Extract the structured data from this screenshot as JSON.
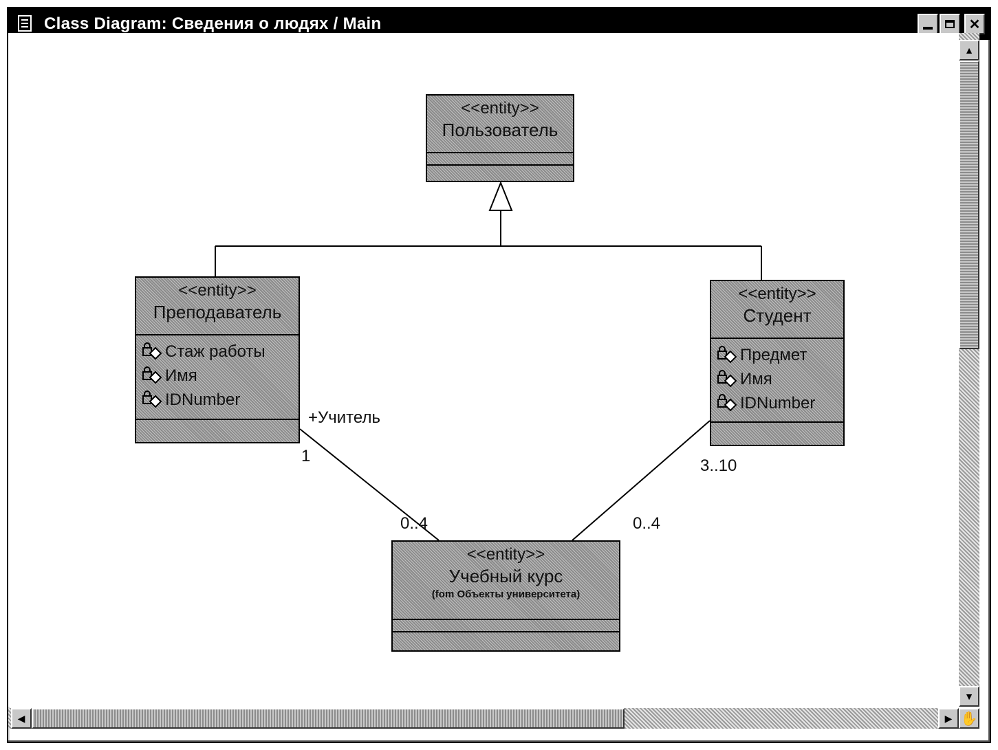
{
  "window": {
    "title": "Class Diagram: Сведения о людях / Main",
    "minimize_icon": "minimize-icon",
    "maximize_icon": "maximize-icon",
    "close_glyph": "✕"
  },
  "classes": {
    "user": {
      "stereotype": "<<entity>>",
      "name": "Пользователь"
    },
    "teacher": {
      "stereotype": "<<entity>>",
      "name": "Преподаватель",
      "attributes": [
        "Стаж работы",
        "Имя",
        "IDNumber"
      ]
    },
    "student": {
      "stereotype": "<<entity>>",
      "name": "Студент",
      "attributes": [
        "Предмет",
        "Имя",
        "IDNumber"
      ]
    },
    "course": {
      "stereotype": "<<entity>>",
      "name": "Учебный курс",
      "package": "(fom Объекты университета)"
    }
  },
  "associations": {
    "teacher_course": {
      "role": "+Учитель",
      "mult_teacher": "1",
      "mult_course": "0..4"
    },
    "student_course": {
      "mult_student": "3..10",
      "mult_course": "0..4"
    }
  },
  "scrollbars": {
    "up_glyph": "▲",
    "down_glyph": "▼",
    "left_glyph": "◀",
    "right_glyph": "▶",
    "corner_glyph": "✋"
  }
}
